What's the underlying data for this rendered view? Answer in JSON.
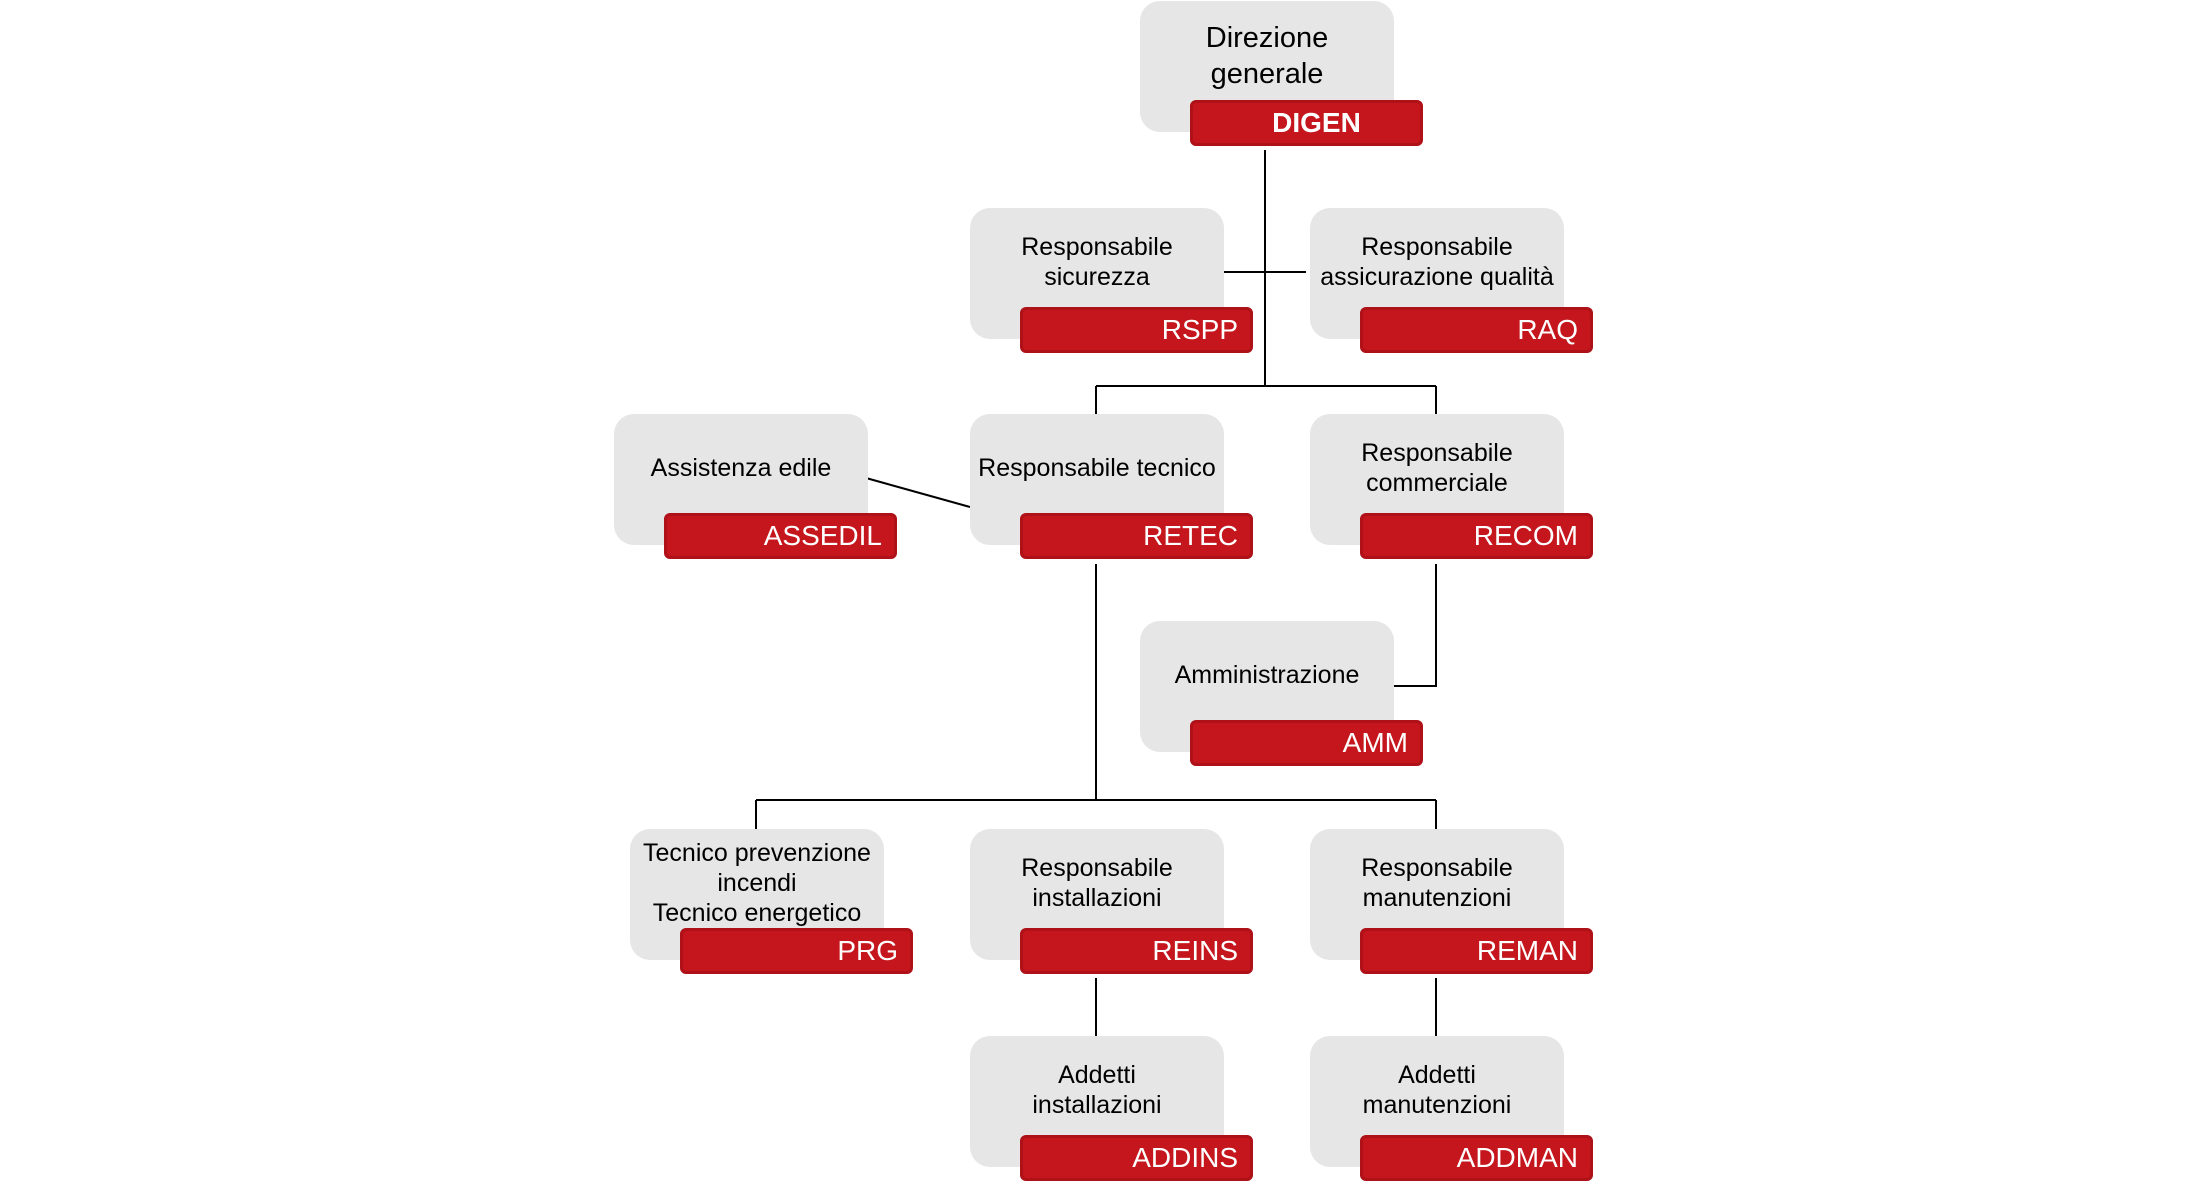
{
  "diagram": {
    "type": "org-chart",
    "accent_color": "#c4161c",
    "box_color": "#e6e6e6",
    "nodes": {
      "digen": {
        "label": "Direzione\ngenerale",
        "code": "DIGEN"
      },
      "rspp": {
        "label": "Responsabile\nsicurezza",
        "code": "RSPP"
      },
      "raq": {
        "label": "Responsabile\nassicurazione qualità",
        "code": "RAQ"
      },
      "assedil": {
        "label": "Assistenza edile",
        "code": "ASSEDIL"
      },
      "retec": {
        "label": "Responsabile tecnico",
        "code": "RETEC"
      },
      "recom": {
        "label": "Responsabile\ncommerciale",
        "code": "RECOM"
      },
      "amm": {
        "label": "Amministrazione",
        "code": "AMM"
      },
      "prg": {
        "label": "Tecnico prevenzione\nincendi\nTecnico energetico",
        "code": "PRG"
      },
      "reins": {
        "label": "Responsabile\ninstallazioni",
        "code": "REINS"
      },
      "reman": {
        "label": "Responsabile\nmanutenzioni",
        "code": "REMAN"
      },
      "addins": {
        "label": "Addetti\ninstallazioni",
        "code": "ADDINS"
      },
      "addman": {
        "label": "Addetti\nmanutenzioni",
        "code": "ADDMAN"
      }
    }
  }
}
